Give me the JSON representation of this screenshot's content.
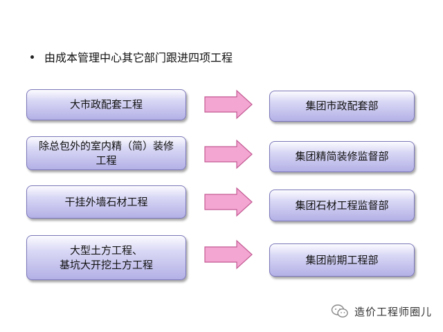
{
  "heading": "由成本管理中心其它部门跟进四项工程",
  "rows": [
    {
      "project": "大市政配套工程",
      "department": "集团市政配套部"
    },
    {
      "project": "除总包外的室内精（简）装修\n工程",
      "department": "集团精简装修监督部"
    },
    {
      "project": "干挂外墙石材工程",
      "department": "集团石材工程监督部"
    },
    {
      "project": "大型土方工程、\n基坑大开挖土方工程",
      "department": "集团前期工程部"
    }
  ],
  "watermark": "造价工程师圈儿",
  "colors": {
    "box_border": "#7a76b8",
    "box_fill": "#b3b0e6",
    "arrow_fill": "#f4a6d2",
    "arrow_stroke": "#c25a93"
  }
}
